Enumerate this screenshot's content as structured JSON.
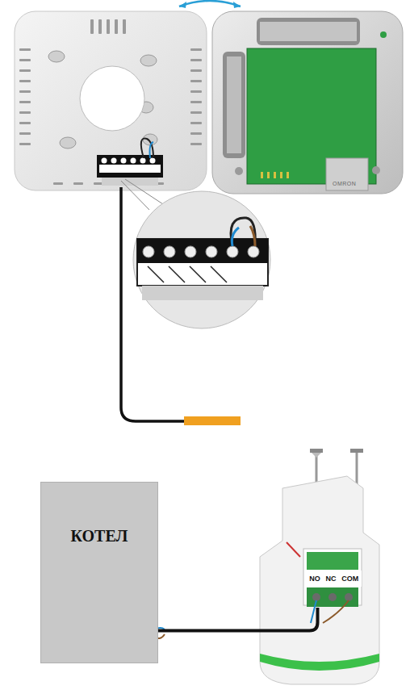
{
  "diagram": {
    "nodes": [
      {
        "text": [
          "КОТЕЛ"
        ]
      },
      {
        "text": [
          "NO",
          "NC",
          "COM"
        ]
      }
    ],
    "edges": [
      {
        "from": 0,
        "to": 1,
        "arrow": "none"
      }
    ],
    "labels": [
      "OMRON"
    ]
  }
}
